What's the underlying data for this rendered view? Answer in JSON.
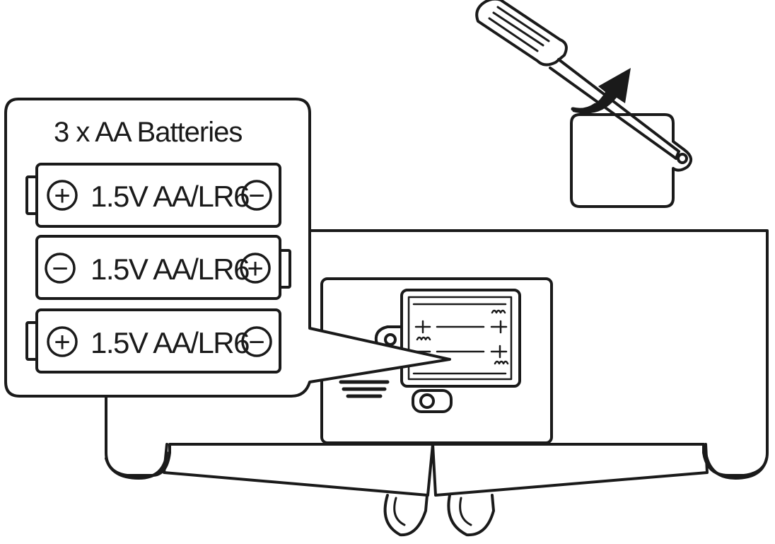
{
  "callout": {
    "title": "3 x AA Batteries"
  },
  "batteries": [
    {
      "label": "1.5V AA/LR6",
      "left_terminal": "+",
      "right_terminal": "−"
    },
    {
      "label": "1.5V AA/LR6",
      "left_terminal": "−",
      "right_terminal": "+"
    },
    {
      "label": "1.5V AA/LR6",
      "left_terminal": "+",
      "right_terminal": "−"
    }
  ],
  "colors": {
    "stroke": "#1a1a1a",
    "background": "#ffffff"
  }
}
